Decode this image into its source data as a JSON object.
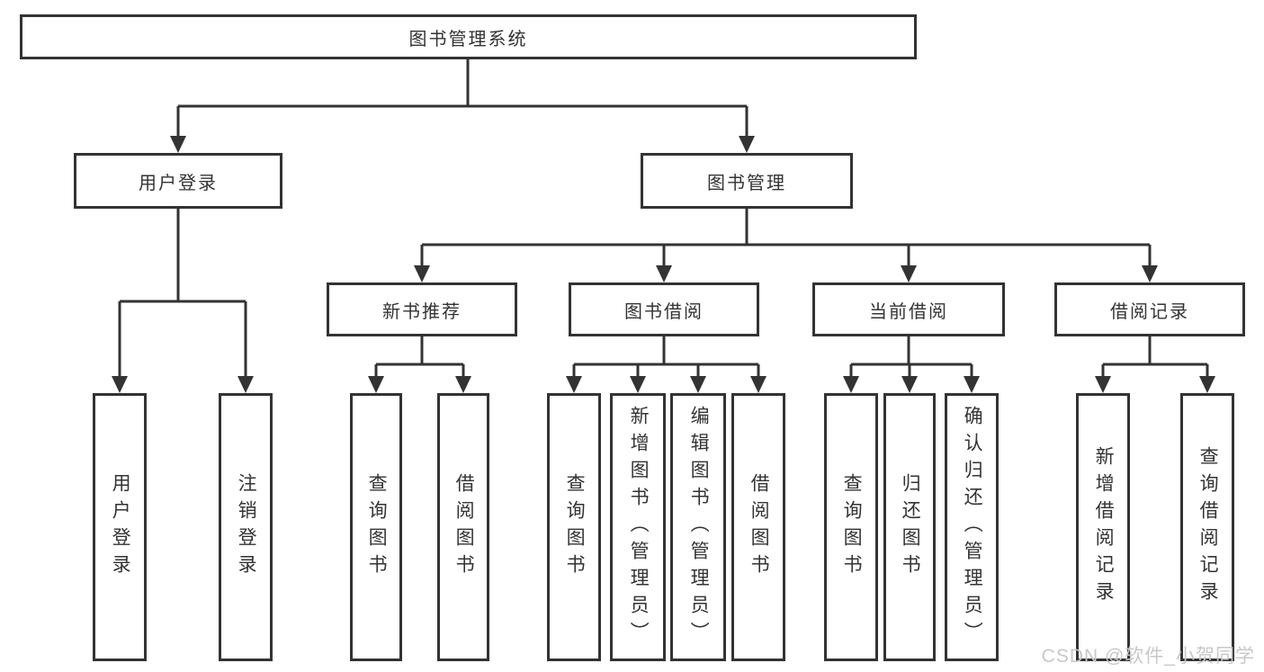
{
  "nodes": {
    "root": "图书管理系统",
    "login": "用户登录",
    "management": "图书管理",
    "recommend": "新书推荐",
    "borrowing": "图书借阅",
    "current": "当前借阅",
    "records": "借阅记录"
  },
  "leaves": {
    "login": [
      "用户登录",
      "注销登录"
    ],
    "recommend": [
      "查询图书",
      "借阅图书"
    ],
    "borrowing": [
      "查询图书",
      "新增图书（管理员）",
      "编辑图书（管理员）",
      "借阅图书"
    ],
    "current": [
      "查询图书",
      "归还图书",
      "确认归还（管理员）"
    ],
    "records": [
      "新增借阅记录",
      "查询借阅记录"
    ]
  },
  "watermark": "CSDN @软件_小贺同学",
  "colors": {
    "line": "#333333",
    "text": "#333333",
    "box_background": "#ffffff",
    "watermark": "#c8c8c8",
    "background": "#ffffff"
  }
}
